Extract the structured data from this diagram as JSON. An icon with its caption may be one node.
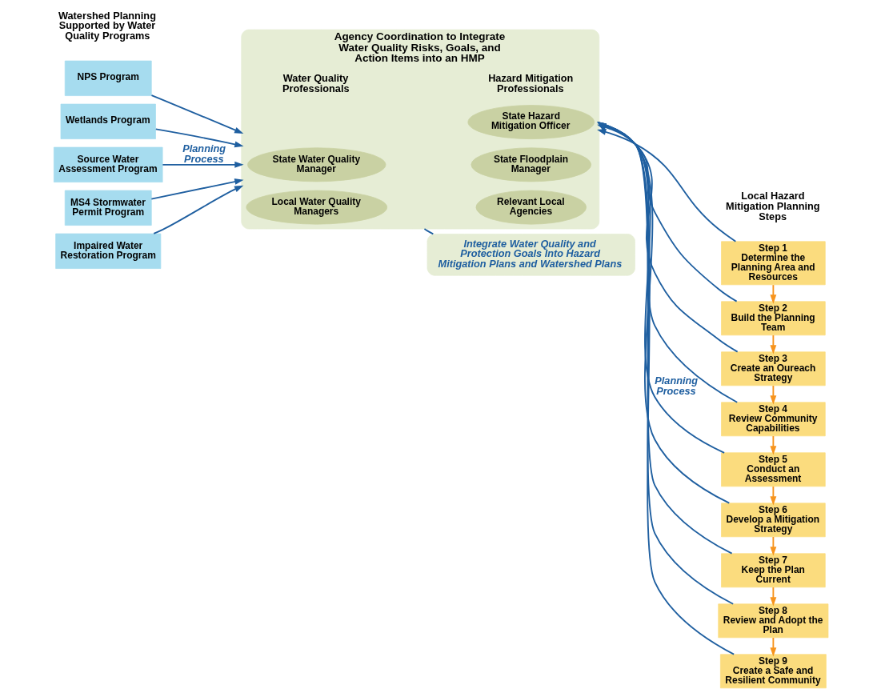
{
  "diagram": {
    "nodes": [
      {
        "text": [
          "NPS Program"
        ]
      },
      {
        "text": [
          "Wetlands Program"
        ]
      },
      {
        "text": [
          "Source Water Assessment Program"
        ]
      },
      {
        "text": [
          "MS4 Stormwater Permit Program"
        ]
      },
      {
        "text": [
          "Impaired Water Restoration Program"
        ]
      },
      {
        "text": [
          "Agency Coordination to Integrate Water Quality Risks, Goals, and Action Items into an HMP"
        ]
      },
      {
        "text": [
          "State Water Quality Manager"
        ],
        "in": 5
      },
      {
        "text": [
          "Local Water Quality Managers"
        ],
        "in": 5
      },
      {
        "text": [
          "State Hazard Mitigation Officer"
        ],
        "in": 5
      },
      {
        "text": [
          "State Floodplain Manager"
        ],
        "in": 5
      },
      {
        "text": [
          "Relevant Local Agencies"
        ],
        "in": 5
      },
      {
        "text": [
          "Integrate Water Quality and Protection Goals Into Hazard Mitigation Plans and Watershed Plans"
        ]
      },
      {
        "text": [
          "Step 1",
          "Determine the Planning Area and Resources"
        ]
      },
      {
        "text": [
          "Step 2",
          "Build the Planning Team"
        ]
      },
      {
        "text": [
          "Step 3",
          "Create an Oureach Strategy"
        ]
      },
      {
        "text": [
          "Step 4",
          "Review Community Capabilities"
        ]
      },
      {
        "text": [
          "Step 5",
          "Conduct an Assessment"
        ]
      },
      {
        "text": [
          "Step 6",
          "Develop a Mitigation Strategy"
        ]
      },
      {
        "text": [
          "Step 7",
          "Keep the Plan Current"
        ]
      },
      {
        "text": [
          "Step 8",
          "Review and Adopt the Plan"
        ]
      },
      {
        "text": [
          "Step 9",
          "Create a Safe and Resilient Community"
        ]
      }
    ],
    "edges": [
      {
        "from": 0,
        "to": 5,
        "arrow": "to"
      },
      {
        "from": 1,
        "to": 5,
        "arrow": "to"
      },
      {
        "from": 2,
        "to": 5,
        "arrow": "to",
        "label": "Planning Process"
      },
      {
        "from": 3,
        "to": 5,
        "arrow": "to"
      },
      {
        "from": 4,
        "to": 5,
        "arrow": "to"
      },
      {
        "from": 12,
        "to": 5,
        "arrow": "to"
      },
      {
        "from": 13,
        "to": 5,
        "arrow": "to"
      },
      {
        "from": 14,
        "to": 5,
        "arrow": "to"
      },
      {
        "from": 15,
        "to": 5,
        "arrow": "to"
      },
      {
        "from": 16,
        "to": 5,
        "arrow": "to",
        "label": "Planning Process"
      },
      {
        "from": 17,
        "to": 5,
        "arrow": "to"
      },
      {
        "from": 18,
        "to": 5,
        "arrow": "to"
      },
      {
        "from": 19,
        "to": 5,
        "arrow": "to"
      },
      {
        "from": 20,
        "to": 5,
        "arrow": "to"
      },
      {
        "from": 5,
        "to": 11,
        "arrow": "none"
      },
      {
        "from": 12,
        "to": 13,
        "arrow": "to",
        "color": "#f7941d"
      },
      {
        "from": 13,
        "to": 14,
        "arrow": "to",
        "color": "#f7941d"
      },
      {
        "from": 14,
        "to": 15,
        "arrow": "to",
        "color": "#f7941d"
      },
      {
        "from": 15,
        "to": 16,
        "arrow": "to",
        "color": "#f7941d"
      },
      {
        "from": 16,
        "to": 17,
        "arrow": "to",
        "color": "#f7941d"
      },
      {
        "from": 17,
        "to": 18,
        "arrow": "to",
        "color": "#f7941d"
      },
      {
        "from": 18,
        "to": 19,
        "arrow": "to",
        "color": "#f7941d"
      },
      {
        "from": 19,
        "to": 20,
        "arrow": "to",
        "color": "#f7941d"
      }
    ],
    "labels": [
      "Watershed Planning Supported by Water Quality Programs",
      "Local Hazard Mitigation Planning Steps",
      "Water Quality Professionals",
      "Hazard Mitigation Professionals"
    ]
  }
}
